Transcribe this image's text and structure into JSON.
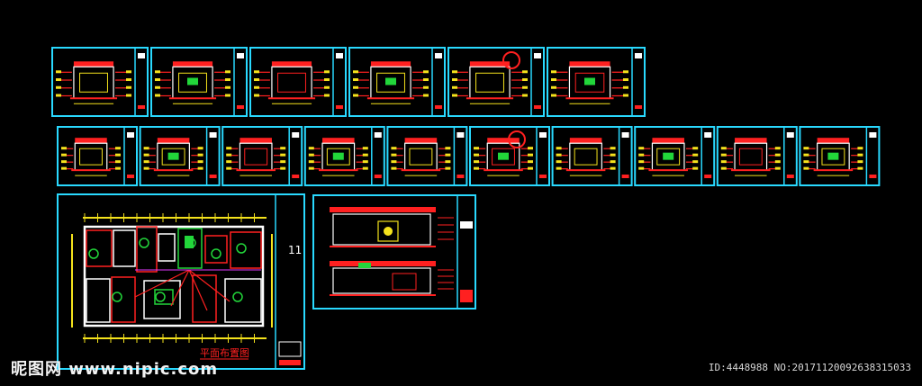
{
  "colors": {
    "background": "#000000",
    "frame": "#29d9ff",
    "red": "#ff2020",
    "white": "#ffffff",
    "yellow": "#f4e21c",
    "green": "#22d63a",
    "magenta": "#e23aff"
  },
  "row1_sheets": [
    "elev-1",
    "elev-2",
    "elev-3",
    "elev-4",
    "elev-5",
    "elev-6"
  ],
  "row2_sheets": [
    "elev-7",
    "elev-8",
    "elev-9",
    "elev-10",
    "elev-11",
    "elev-12",
    "elev-13",
    "elev-14",
    "elev-15",
    "elev-16"
  ],
  "floor_plan": {
    "title": "平面布置图",
    "block_label": "11"
  },
  "section_sheet": {
    "label": "section-elevation"
  },
  "watermark": {
    "left": "昵图网 www.nipic.com",
    "right": "ID:4448988 NO:20171120092638315033"
  }
}
